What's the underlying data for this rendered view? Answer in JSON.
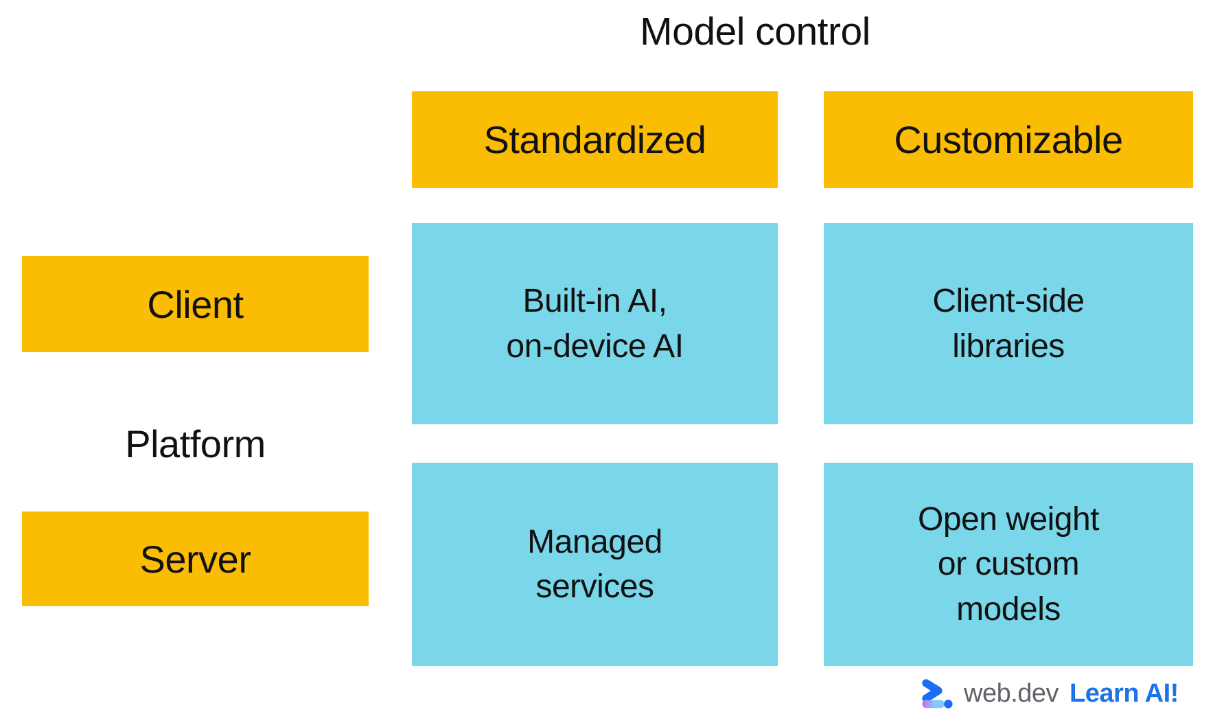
{
  "title": "Model control",
  "row_axis_label": "Platform",
  "columns": [
    "Standardized",
    "Customizable"
  ],
  "rows": [
    "Client",
    "Server"
  ],
  "cells": {
    "client_standardized": "Built-in AI,\non-device AI",
    "client_customizable": "Client-side\nlibraries",
    "server_standardized": "Managed\nservices",
    "server_customizable": "Open weight\nor custom\nmodels"
  },
  "footer": {
    "logo_icon": "web-dev-logo",
    "brand": "web.dev",
    "cta": "Learn AI!"
  },
  "colors": {
    "header_bg": "#FBBC04",
    "cell_bg": "#7AD6E9",
    "text": "#111111",
    "brand_gray": "#5F6368",
    "cta_blue": "#1A73E8",
    "logo_blue": "#1B6EF3",
    "logo_purple": "#C06CF5",
    "logo_light_blue": "#85C8FA"
  }
}
